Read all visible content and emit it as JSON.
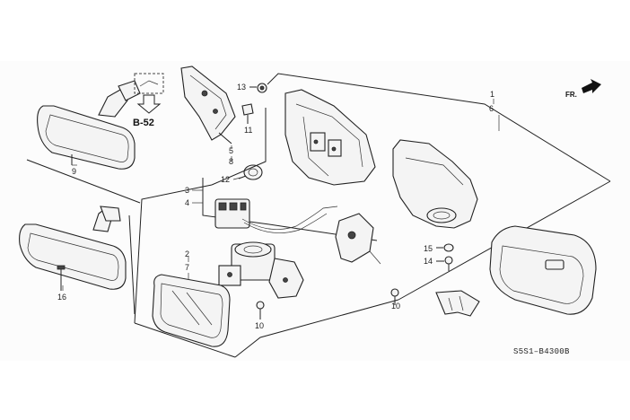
{
  "diagram": {
    "drawing_code": "S5S1–B4300B",
    "ref_section": "B-52",
    "direction_label": "FR.",
    "callouts": {
      "c1": "1",
      "c6": "6",
      "c2": "2",
      "c7": "7",
      "c3": "3",
      "c4": "4",
      "c5": "5",
      "c8": "8",
      "c9": "9",
      "c10a": "10",
      "c10b": "10",
      "c11": "11",
      "c12": "12",
      "c13": "13",
      "c14": "14",
      "c15": "15",
      "c16": "16"
    }
  }
}
